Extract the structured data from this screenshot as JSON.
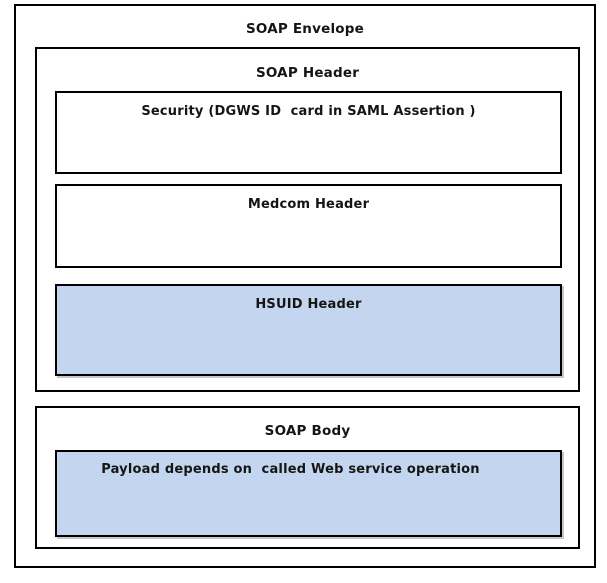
{
  "diagram": {
    "type": "nested-block-diagram",
    "title": "SOAP Envelope structure",
    "colors": {
      "fill_default": "#ffffff",
      "fill_highlight": "#c4d5ef",
      "stroke": "#000000",
      "text": "#151515"
    },
    "envelope": {
      "label": "SOAP Envelope",
      "header": {
        "label": "SOAP Header",
        "blocks": [
          {
            "label": "Security (DGWS ID  card in SAML Assertion )",
            "highlighted": false
          },
          {
            "label": "Medcom Header",
            "highlighted": false
          },
          {
            "label": "HSUID Header",
            "highlighted": true
          }
        ]
      },
      "body": {
        "label": "SOAP Body",
        "blocks": [
          {
            "label": "Payload depends on  called Web service operation",
            "highlighted": true
          }
        ]
      }
    }
  }
}
